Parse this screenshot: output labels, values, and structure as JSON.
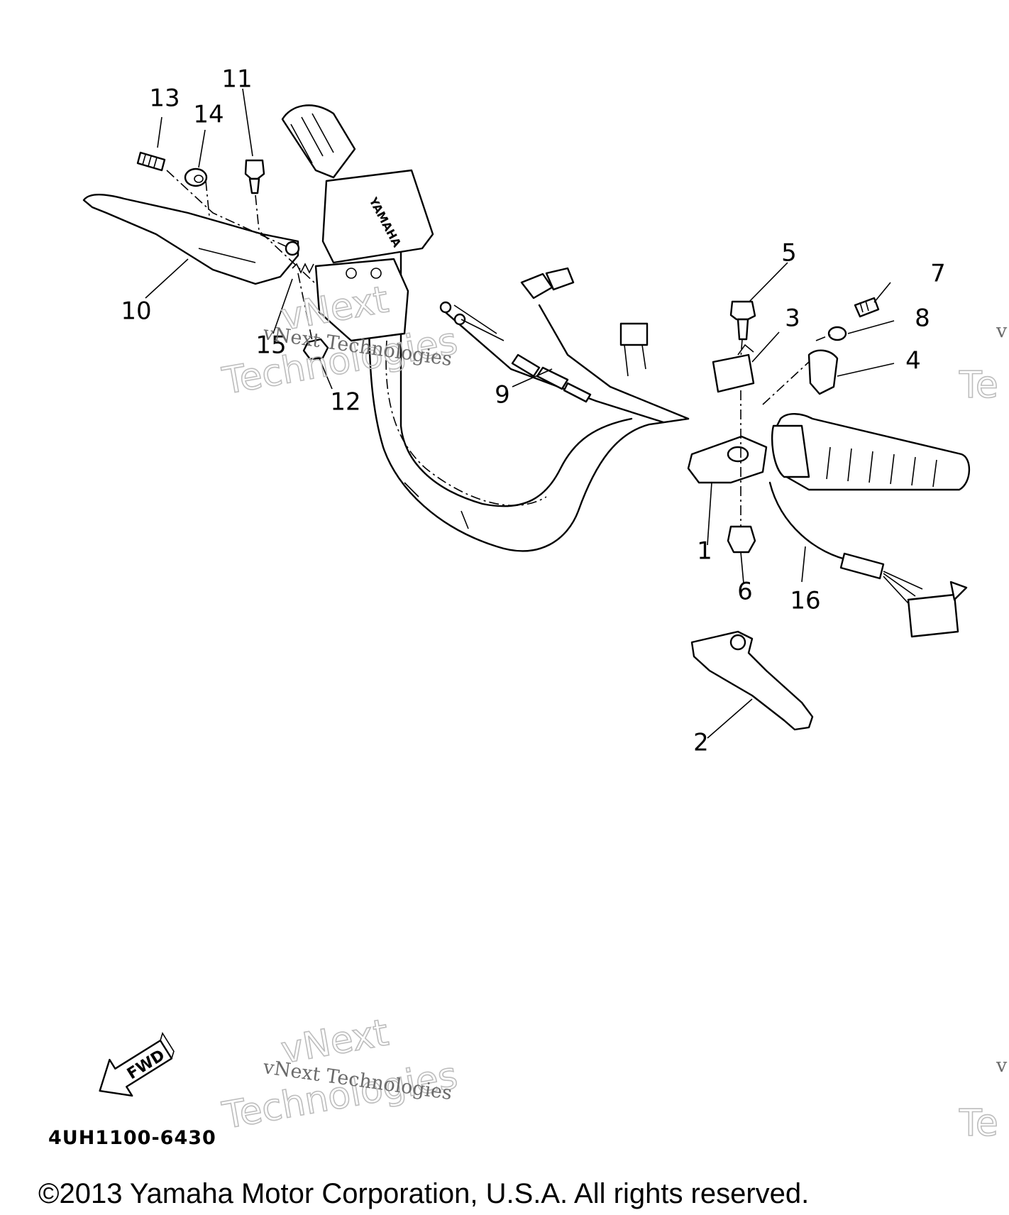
{
  "callouts": [
    {
      "id": "1",
      "label": "1"
    },
    {
      "id": "2",
      "label": "2"
    },
    {
      "id": "3",
      "label": "3"
    },
    {
      "id": "4",
      "label": "4"
    },
    {
      "id": "5",
      "label": "5"
    },
    {
      "id": "6",
      "label": "6"
    },
    {
      "id": "7",
      "label": "7"
    },
    {
      "id": "8",
      "label": "8"
    },
    {
      "id": "9",
      "label": "9"
    },
    {
      "id": "10",
      "label": "10"
    },
    {
      "id": "11",
      "label": "11"
    },
    {
      "id": "12",
      "label": "12"
    },
    {
      "id": "13",
      "label": "13"
    },
    {
      "id": "14",
      "label": "14"
    },
    {
      "id": "15",
      "label": "15"
    },
    {
      "id": "16",
      "label": "16"
    }
  ],
  "grip_logo": "YAMAHA",
  "fwd_label": "FWD",
  "part_code": "4UH1100-6430",
  "watermark": {
    "line1": "vNext Technologies",
    "line2a": "vNext",
    "line2b": "Technologies"
  },
  "copyright": "©2013 Yamaha Motor Corporation, U.S.A. All rights reserved."
}
